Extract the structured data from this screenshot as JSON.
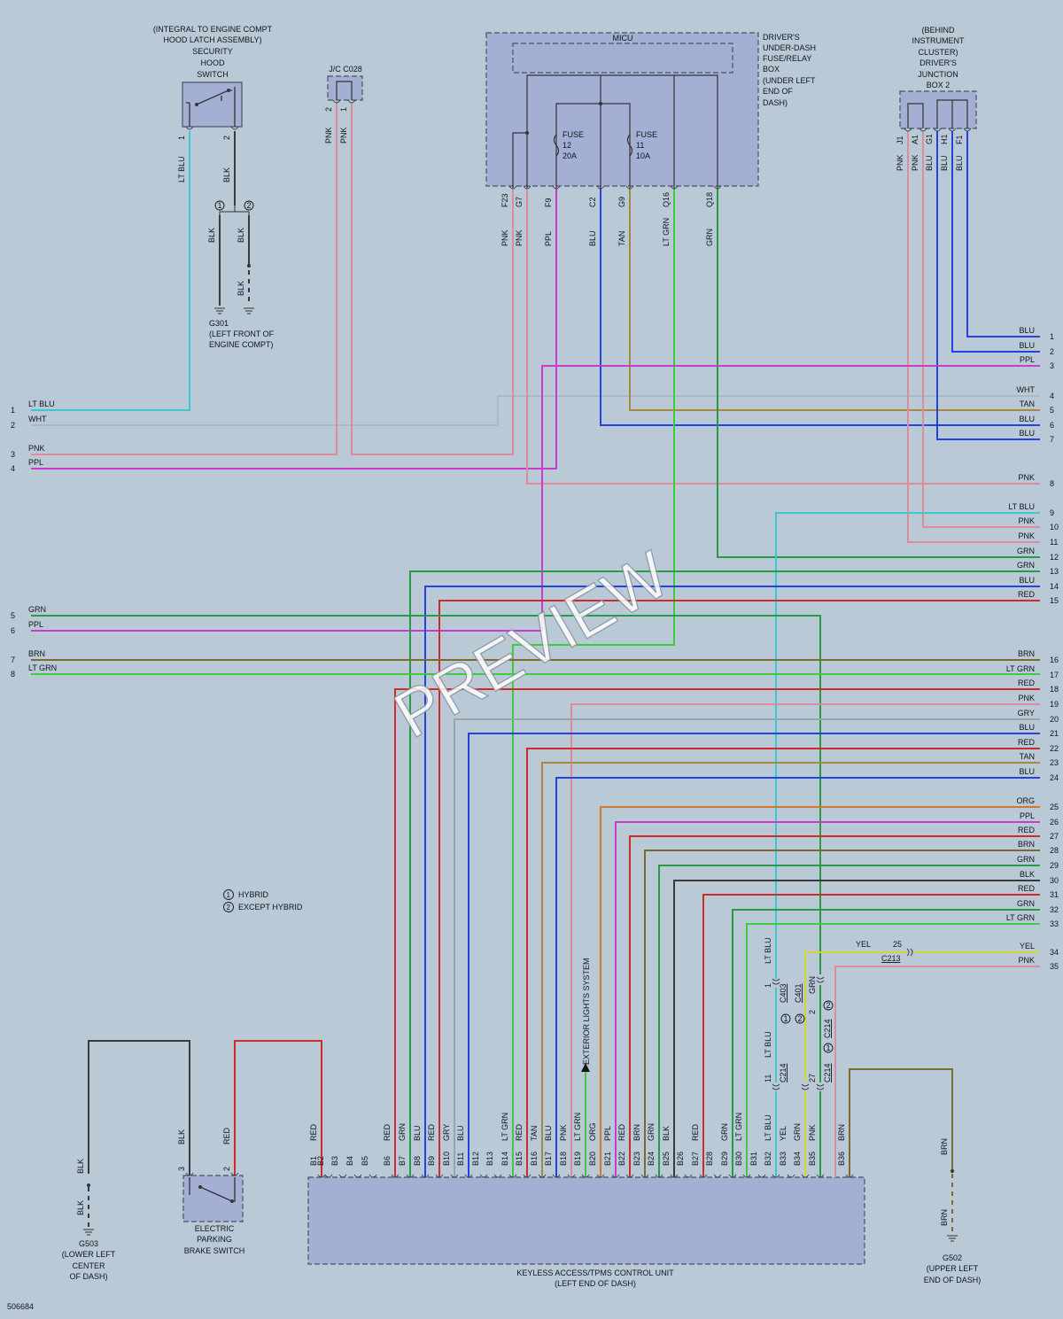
{
  "components": {
    "hood_switch": [
      "(INTEGRAL TO ENGINE COMPT",
      "HOOD LATCH ASSEMBLY)",
      "SECURITY",
      "HOOD",
      "SWITCH"
    ],
    "jc_c028": "J/C C028",
    "micu_name": "MICU",
    "micu_desc": [
      "DRIVER'S",
      "UNDER-DASH",
      "FUSE/RELAY",
      "BOX",
      "(UNDER LEFT",
      "END OF",
      "DASH)"
    ],
    "fuse12": [
      "FUSE",
      "12",
      "20A"
    ],
    "fuse11": [
      "FUSE",
      "11",
      "10A"
    ],
    "junction_box2": [
      "(BEHIND",
      "INSTRUMENT",
      "CLUSTER)",
      "DRIVER'S",
      "JUNCTION",
      "BOX 2"
    ],
    "g301": [
      "G301",
      "(LEFT FRONT OF",
      "ENGINE COMPT)"
    ],
    "g503": [
      "G503",
      "(LOWER LEFT",
      "CENTER",
      "OF DASH)"
    ],
    "g502": [
      "G502",
      "(UPPER LEFT",
      "END OF DASH)"
    ],
    "parking_brake": [
      "ELECTRIC",
      "PARKING",
      "BRAKE SWITCH"
    ],
    "control_unit": [
      "KEYLESS ACCESS/TPMS CONTROL UNIT",
      "(LEFT END OF DASH)"
    ],
    "exterior_lights": "EXTERIOR LIGHTS SYSTEM"
  },
  "legend": [
    {
      "marker": "1",
      "text": "HYBRID"
    },
    {
      "marker": "2",
      "text": "EXCEPT HYBRID"
    }
  ],
  "connectors": {
    "c403": "C403",
    "c401": "C401",
    "c214a": "C214",
    "c214b": "C214",
    "c214c": "C214",
    "c213": "C213",
    "c213_pin": "25",
    "c403_pin": "1",
    "c401_pin": "2",
    "c214_pin11": "11",
    "c214_pin27": "27"
  },
  "diagram_id": "506684",
  "watermark": "PREVIEW",
  "left_edge": [
    {
      "num": "1",
      "color": "LT BLU"
    },
    {
      "num": "2",
      "color": "WHT"
    },
    {
      "num": "3",
      "color": "PNK"
    },
    {
      "num": "4",
      "color": "PPL"
    },
    {
      "num": "5",
      "color": "GRN"
    },
    {
      "num": "6",
      "color": "PPL"
    },
    {
      "num": "7",
      "color": "BRN"
    },
    {
      "num": "8",
      "color": "LT GRN"
    }
  ],
  "right_edge": [
    {
      "num": "1",
      "color": "BLU"
    },
    {
      "num": "2",
      "color": "BLU"
    },
    {
      "num": "3",
      "color": "PPL"
    },
    {
      "num": "4",
      "color": "WHT"
    },
    {
      "num": "5",
      "color": "TAN"
    },
    {
      "num": "6",
      "color": "BLU"
    },
    {
      "num": "7",
      "color": "BLU"
    },
    {
      "num": "8",
      "color": "PNK"
    },
    {
      "num": "9",
      "color": "LT BLU"
    },
    {
      "num": "10",
      "color": "PNK"
    },
    {
      "num": "11",
      "color": "PNK"
    },
    {
      "num": "12",
      "color": "GRN"
    },
    {
      "num": "13",
      "color": "GRN"
    },
    {
      "num": "14",
      "color": "BLU"
    },
    {
      "num": "15",
      "color": "RED"
    },
    {
      "num": "16",
      "color": "BRN"
    },
    {
      "num": "17",
      "color": "LT GRN"
    },
    {
      "num": "18",
      "color": "RED"
    },
    {
      "num": "19",
      "color": "PNK"
    },
    {
      "num": "20",
      "color": "GRY"
    },
    {
      "num": "21",
      "color": "BLU"
    },
    {
      "num": "22",
      "color": "RED"
    },
    {
      "num": "23",
      "color": "TAN"
    },
    {
      "num": "24",
      "color": "BLU"
    },
    {
      "num": "25",
      "color": "ORG"
    },
    {
      "num": "26",
      "color": "PPL"
    },
    {
      "num": "27",
      "color": "RED"
    },
    {
      "num": "28",
      "color": "BRN"
    },
    {
      "num": "29",
      "color": "GRN"
    },
    {
      "num": "30",
      "color": "BLK"
    },
    {
      "num": "31",
      "color": "RED"
    },
    {
      "num": "32",
      "color": "GRN"
    },
    {
      "num": "33",
      "color": "LT GRN"
    },
    {
      "num": "34",
      "color": "YEL"
    },
    {
      "num": "35",
      "color": "PNK"
    }
  ],
  "micu_pins": [
    {
      "pin": "F23",
      "color": "PNK"
    },
    {
      "pin": "G7",
      "color": "PNK"
    },
    {
      "pin": "F9",
      "color": "PPL"
    },
    {
      "pin": "C2",
      "color": "BLU"
    },
    {
      "pin": "G9",
      "color": "TAN"
    },
    {
      "pin": "Q16",
      "color": "LT GRN"
    },
    {
      "pin": "Q18",
      "color": "GRN"
    }
  ],
  "jb2_pins": [
    {
      "pin": "J1",
      "color": "PNK"
    },
    {
      "pin": "A1",
      "color": "PNK"
    },
    {
      "pin": "G1",
      "color": "BLU"
    },
    {
      "pin": "H1",
      "color": "BLU"
    },
    {
      "pin": "F1",
      "color": "BLU"
    }
  ],
  "hood_pins": [
    {
      "pin": "1",
      "color": "LT BLU"
    },
    {
      "pin": "2",
      "color": "BLK"
    }
  ],
  "jc_pins": [
    {
      "pin": "2",
      "color": "PNK"
    },
    {
      "pin": "1",
      "color": "PNK"
    }
  ],
  "g301_wires": [
    "BLK",
    "BLK",
    "BLK"
  ],
  "brake_pins": [
    {
      "pin": "3",
      "color": "BLK"
    },
    {
      "pin": "2",
      "color": "RED"
    }
  ],
  "g503_wires": [
    "BLK",
    "BLK"
  ],
  "g502_wires": [
    "BRN",
    "BRN"
  ],
  "b_pins": [
    {
      "pin": "B1",
      "color": "RED"
    },
    {
      "pin": "B2",
      "color": ""
    },
    {
      "pin": "B3",
      "color": ""
    },
    {
      "pin": "B4",
      "color": ""
    },
    {
      "pin": "B5",
      "color": ""
    },
    {
      "pin": "B6",
      "color": "RED"
    },
    {
      "pin": "B7",
      "color": "GRN"
    },
    {
      "pin": "B8",
      "color": "BLU"
    },
    {
      "pin": "B9",
      "color": "RED"
    },
    {
      "pin": "B10",
      "color": "GRY"
    },
    {
      "pin": "B11",
      "color": "BLU"
    },
    {
      "pin": "B12",
      "color": ""
    },
    {
      "pin": "B13",
      "color": ""
    },
    {
      "pin": "B14",
      "color": "LT GRN"
    },
    {
      "pin": "B15",
      "color": "RED"
    },
    {
      "pin": "B16",
      "color": "TAN"
    },
    {
      "pin": "B17",
      "color": "BLU"
    },
    {
      "pin": "B18",
      "color": "PNK"
    },
    {
      "pin": "B19",
      "color": "LT GRN"
    },
    {
      "pin": "B20",
      "color": "ORG"
    },
    {
      "pin": "B21",
      "color": "PPL"
    },
    {
      "pin": "B22",
      "color": "RED"
    },
    {
      "pin": "B23",
      "color": "BRN"
    },
    {
      "pin": "B24",
      "color": "GRN"
    },
    {
      "pin": "B25",
      "color": "BLK"
    },
    {
      "pin": "B26",
      "color": ""
    },
    {
      "pin": "B27",
      "color": "RED"
    },
    {
      "pin": "B28",
      "color": ""
    },
    {
      "pin": "B29",
      "color": "GRN"
    },
    {
      "pin": "B30",
      "color": "LT GRN"
    },
    {
      "pin": "B31",
      "color": ""
    },
    {
      "pin": "B32",
      "color": "LT BLU"
    },
    {
      "pin": "B33",
      "color": "YEL"
    },
    {
      "pin": "B34",
      "color": "GRN"
    },
    {
      "pin": "B35",
      "color": "PNK"
    },
    {
      "pin": "B36",
      "color": "BRN"
    }
  ],
  "mid_labels": {
    "c403_color": "LT BLU",
    "c401_color": "GRN",
    "c214_color": "LT BLU",
    "c213_color": "YEL"
  },
  "wire_colors": {
    "LT BLU": "#3cc7d6",
    "WHT": "#aeb8c0",
    "PNK": "#e08a9e",
    "PPL": "#cc3ccc",
    "GRN": "#2a9a4a",
    "LT GRN": "#3ccc3c",
    "BRN": "#7d6a30",
    "BLU": "#2244dd",
    "RED": "#d22a2a",
    "TAN": "#a8883e",
    "GRY": "#98a4ae",
    "ORG": "#d27a2a",
    "BLK": "#3a3a3a",
    "YEL": "#d6d628"
  }
}
